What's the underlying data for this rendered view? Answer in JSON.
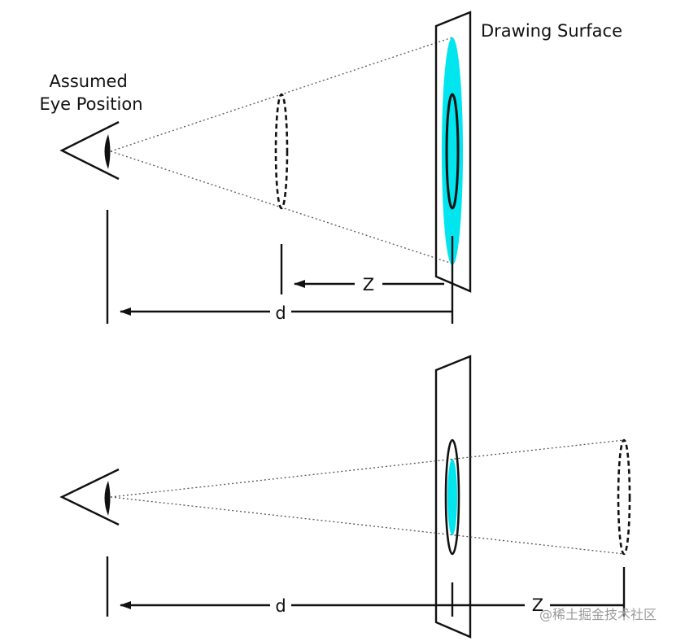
{
  "labels": {
    "eye_position": [
      "Assumed",
      "Eye Position"
    ],
    "drawing_surface": "Drawing Surface",
    "z_top": "Z",
    "d_top": "d",
    "z_bottom": "Z",
    "d_bottom": "d"
  },
  "watermark": "@稀土掘金技术社区",
  "colors": {
    "stroke": "#111111",
    "projection_fill": "#00e5ee",
    "sight_lines": "#555555",
    "watermark": "#9a9a9a"
  },
  "icons": [
    "eye-icon",
    "arrow-left-icon"
  ]
}
